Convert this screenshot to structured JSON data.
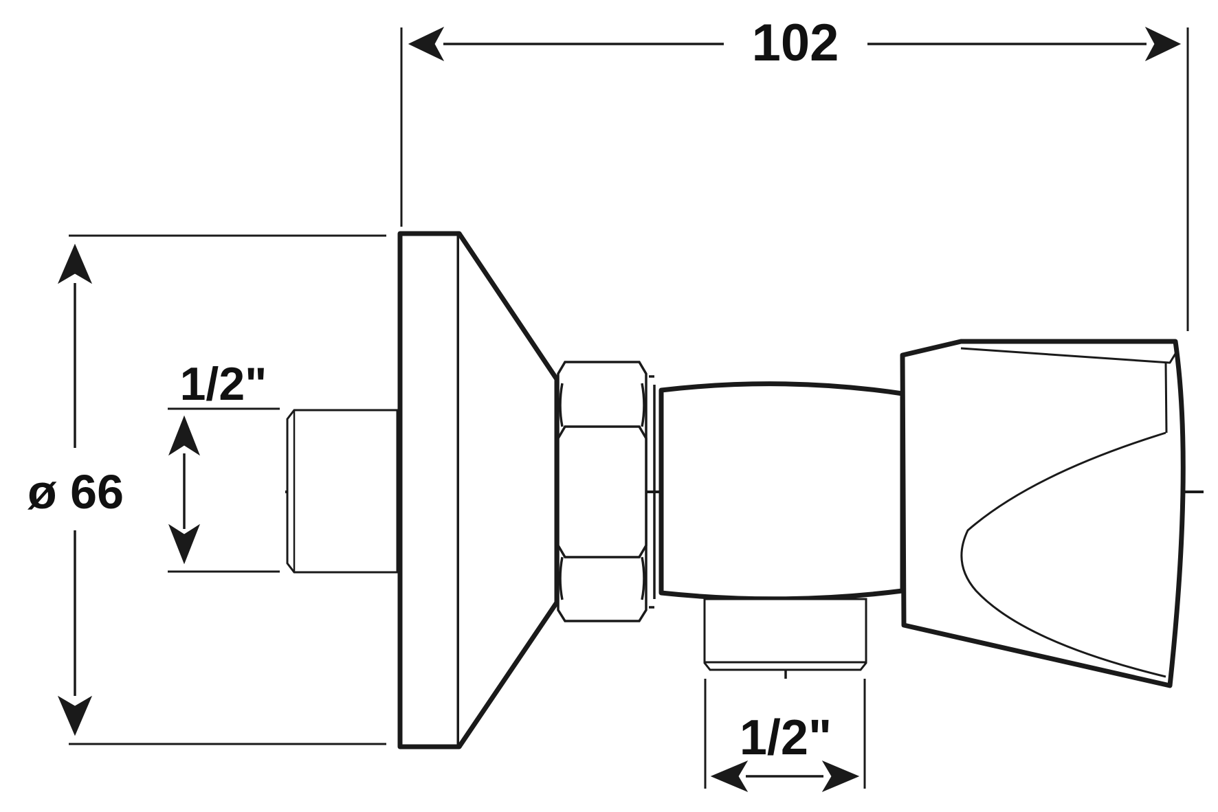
{
  "colors": {
    "line": "#1a1a1a",
    "background": "#ffffff"
  },
  "dimensions": {
    "overall_length": "102",
    "diameter": "ø 66",
    "inlet_thread": "1/2\"",
    "outlet_thread": "1/2\""
  }
}
